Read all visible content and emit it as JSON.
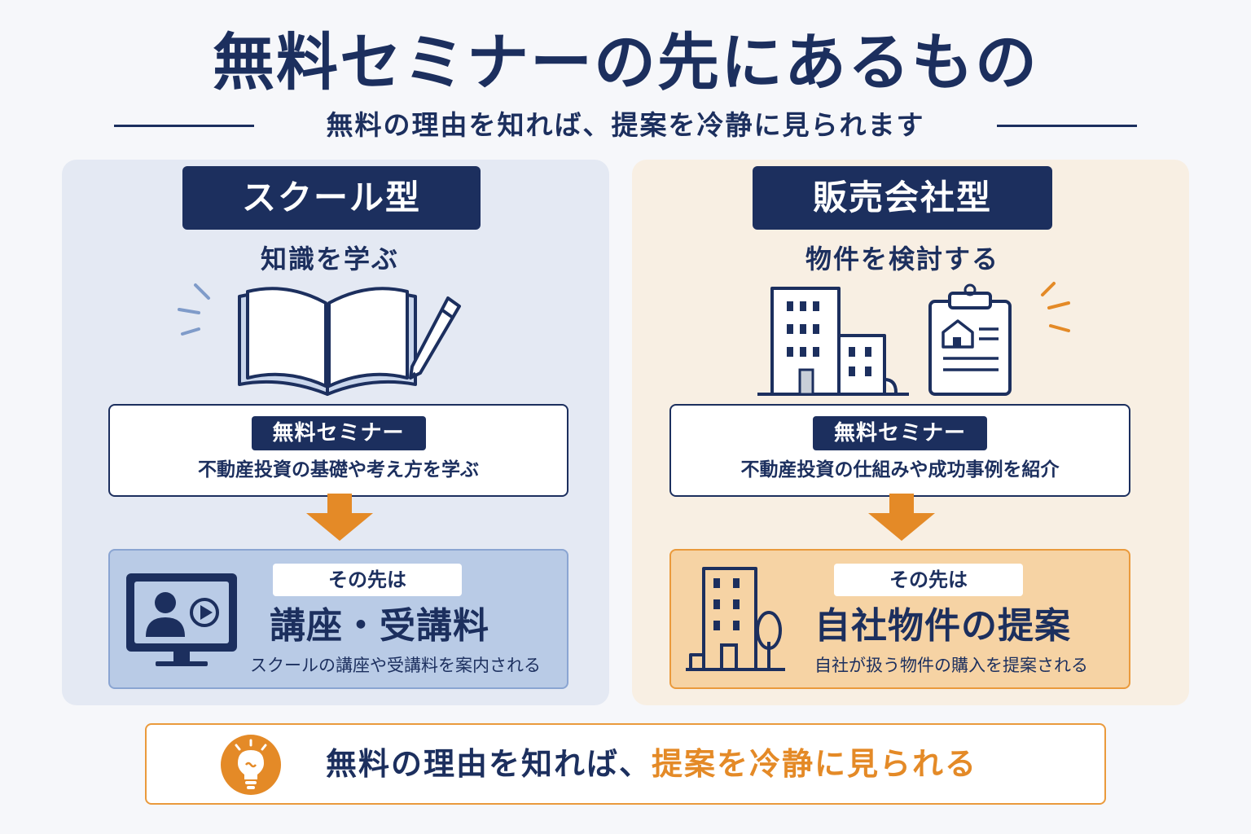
{
  "header": {
    "title": "無料セミナーの先にあるもの",
    "subtitle": "無料の理由を知れば、提案を冷静に見られます"
  },
  "colors": {
    "navy": "#1c2f5e",
    "orange": "#e48a27",
    "left_panel_bg": "#e4e9f3",
    "right_panel_bg": "#f8efe3"
  },
  "left": {
    "title": "スクール型",
    "subtitle": "知識を学ぶ",
    "illustration_icon": "book-pencil-icon",
    "seminar_tag": "無料セミナー",
    "seminar_desc": "不動産投資の基礎や考え方を学ぶ",
    "result_tag": "その先は",
    "result_main": "講座・受講料",
    "result_desc": "スクールの講座や受講料を案内される",
    "result_icon": "video-lecture-monitor-icon"
  },
  "right": {
    "title": "販売会社型",
    "subtitle": "物件を検討する",
    "illustration_icon": "buildings-clipboard-icon",
    "seminar_tag": "無料セミナー",
    "seminar_desc": "不動産投資の仕組みや成功事例を紹介",
    "result_tag": "その先は",
    "result_main": "自社物件の提案",
    "result_desc": "自社が扱う物件の購入を提案される",
    "result_icon": "building-tree-icon"
  },
  "bottom": {
    "icon": "lightbulb-icon",
    "text_plain": "無料の理由を知れば、",
    "text_accent": "提案を冷静に見られる"
  }
}
